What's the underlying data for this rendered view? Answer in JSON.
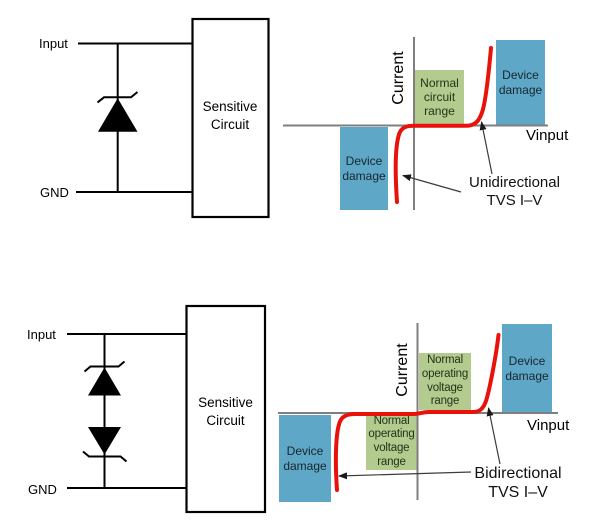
{
  "colors": {
    "blue": "#5fa7c6",
    "green": "#b4cb90",
    "red": "#e8120b",
    "axis": "#7f7f7f"
  },
  "top_figure": {
    "circuit": {
      "input_label": "Input",
      "gnd_label": "GND",
      "box_label": "Sensitive Circuit"
    },
    "plot": {
      "y_axis_label": "Current",
      "x_axis_label": "Vinput",
      "device_damage_left": "Device damage",
      "device_damage_right": "Device damage",
      "normal_range": "Normal circuit range",
      "annotation_line1": "Unidirectional",
      "annotation_line2": "TVS I–V"
    }
  },
  "bottom_figure": {
    "circuit": {
      "input_label": "Input",
      "gnd_label": "GND",
      "box_label": "Sensitive Circuit"
    },
    "plot": {
      "y_axis_label": "Current",
      "x_axis_label": "Vinput",
      "device_damage_left": "Device damage",
      "device_damage_right": "Device damage",
      "normal_range_positive": "Normal operating voltage range",
      "normal_range_negative": "Normal operating voltage range",
      "annotation_line1": "Bidirectional",
      "annotation_line2": "TVS I–V"
    }
  }
}
